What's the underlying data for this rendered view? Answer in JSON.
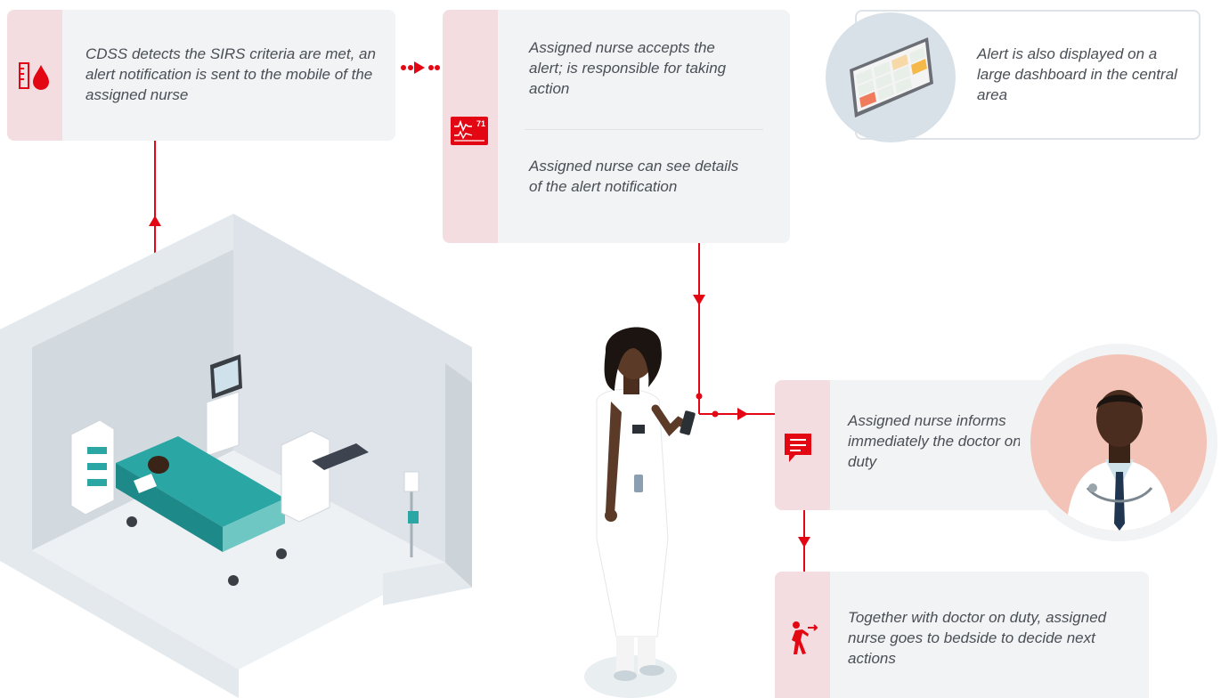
{
  "steps": {
    "detect": "CDSS detects the SIRS criteria are met, an alert notification is sent to the mobile of the assigned nurse",
    "accept": "Assigned nurse accepts the alert; is responsible for taking action",
    "details": "Assigned nurse can see details of the alert notification",
    "dashboard": "Alert is also displayed on a large dashboard in the central area",
    "inform": "Assigned nurse informs immediately the doctor on duty",
    "bedside": "Together with doctor on duty, assigned nurse goes to bedside to decide next actions"
  },
  "icons": {
    "detect": "blood-drop-thermometer-icon",
    "accept": "vital-signs-monitor-icon",
    "dashboard": "wall-dashboard-icon",
    "inform": "chat-message-icon",
    "bedside": "walking-person-icon"
  },
  "monitor_value": "71",
  "colors": {
    "accent": "#e30613",
    "card_bg": "#f1f3f5",
    "strip_bg": "#f3dde1",
    "text": "#4a4f55"
  }
}
